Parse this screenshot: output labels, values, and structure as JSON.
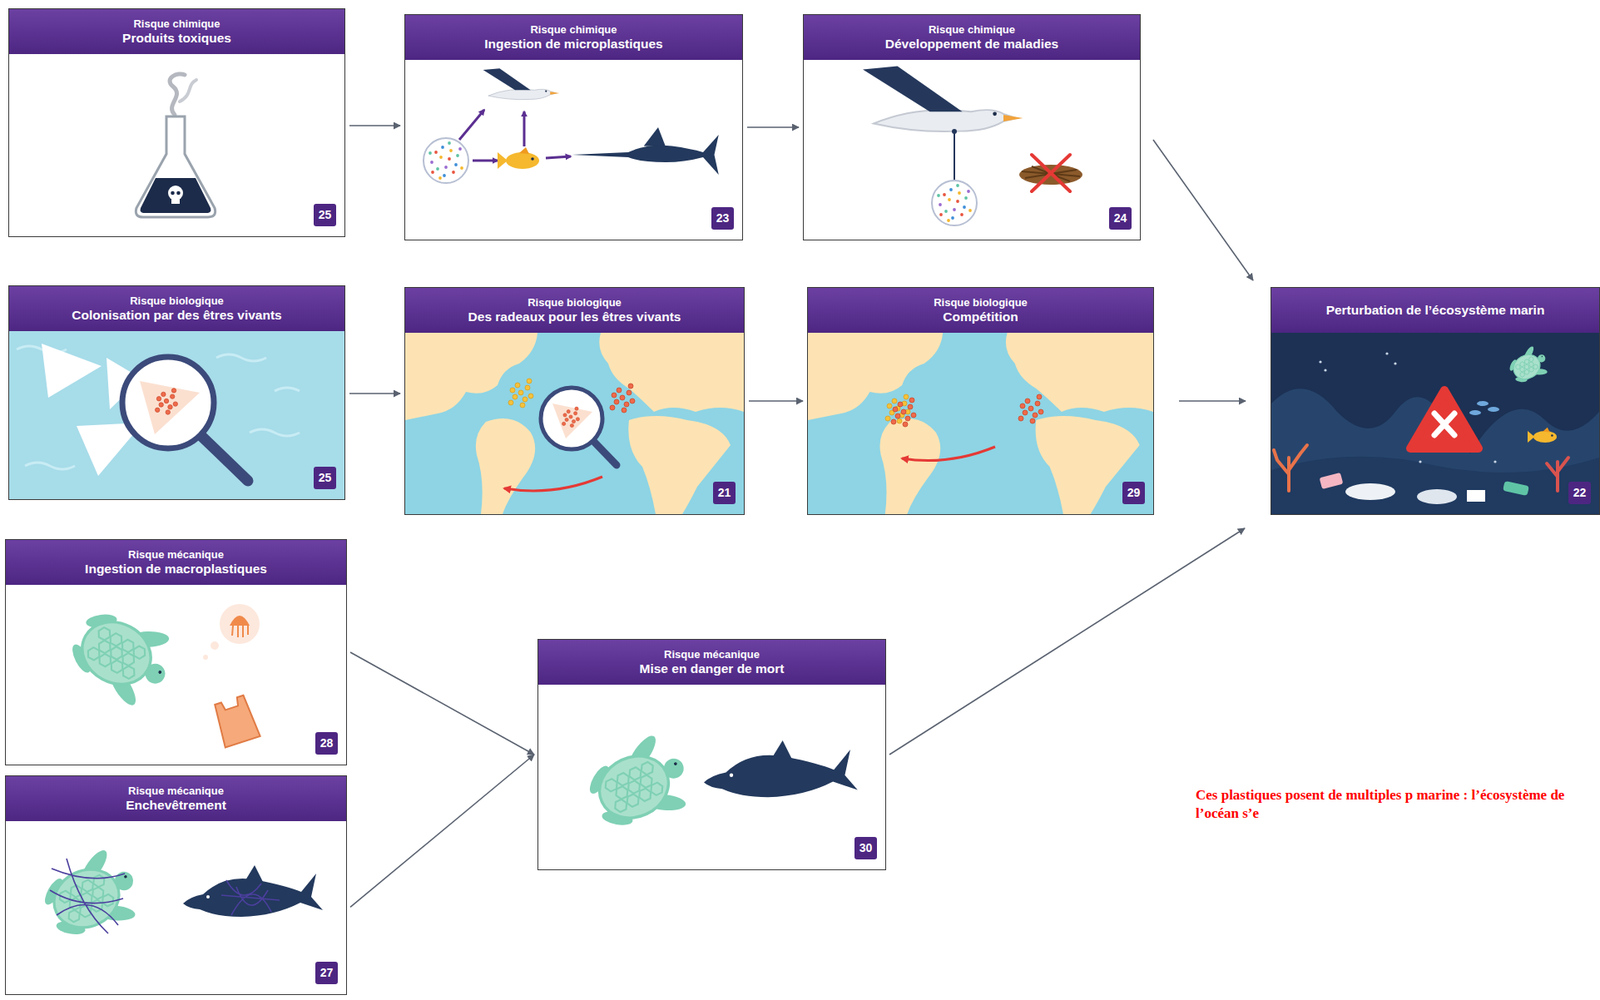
{
  "diagram": {
    "nodes": [
      {
        "text": [
          "Risque chimique",
          "Produits toxiques",
          "25"
        ]
      },
      {
        "text": [
          "Risque chimique",
          "Ingestion de microplastiques",
          "23"
        ]
      },
      {
        "text": [
          "Risque chimique",
          "Développement de maladies",
          "24"
        ]
      },
      {
        "text": [
          "Risque biologique",
          "Colonisation par des êtres vivants",
          "25"
        ]
      },
      {
        "text": [
          "Risque biologique",
          "Des radeaux pour les êtres vivants",
          "21"
        ]
      },
      {
        "text": [
          "Risque biologique",
          "Compétition",
          "29"
        ]
      },
      {
        "text": [
          "Perturbation de l’écosystème marin",
          "22"
        ]
      },
      {
        "text": [
          "Risque mécanique",
          "Ingestion de macroplastiques",
          "28"
        ]
      },
      {
        "text": [
          "Risque mécanique",
          "Enchevêtrement",
          "27"
        ]
      },
      {
        "text": [
          "Risque mécanique",
          "Mise en danger de mort",
          "30"
        ]
      }
    ],
    "edges": [
      {
        "from": 0,
        "to": 1,
        "arrow": "to"
      },
      {
        "from": 1,
        "to": 2,
        "arrow": "to"
      },
      {
        "from": 2,
        "to": 6,
        "arrow": "to"
      },
      {
        "from": 3,
        "to": 4,
        "arrow": "to"
      },
      {
        "from": 4,
        "to": 5,
        "arrow": "to"
      },
      {
        "from": 5,
        "to": 6,
        "arrow": "to"
      },
      {
        "from": 7,
        "to": 9,
        "arrow": "to"
      },
      {
        "from": 8,
        "to": 9,
        "arrow": "to"
      },
      {
        "from": 9,
        "to": 6,
        "arrow": "to"
      }
    ],
    "labels": [
      "Ces plastiques posent de multiples p marine : l’écosystème de l’océan s’e"
    ]
  }
}
